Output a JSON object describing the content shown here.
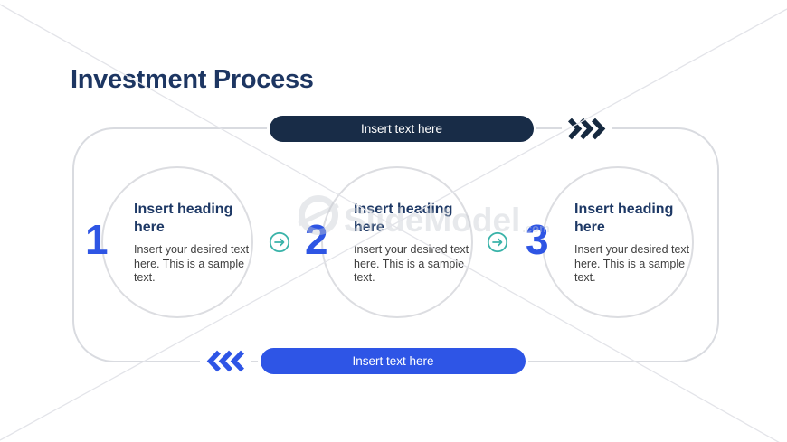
{
  "slide": {
    "title": "Investment Process",
    "top_banner": {
      "label": "Insert text here"
    },
    "bottom_banner": {
      "label": "Insert text here"
    },
    "steps": [
      {
        "number": "1",
        "heading": "Insert heading here",
        "body": "Insert your desired text here. This is a sample text."
      },
      {
        "number": "2",
        "heading": "Insert heading here",
        "body": "Insert your desired text here. This is a sample text."
      },
      {
        "number": "3",
        "heading": "Insert heading here",
        "body": "Insert your desired text here. This is a sample text."
      }
    ],
    "watermark": {
      "brand": "SlideModel",
      "suffix": ".com"
    },
    "colors": {
      "title_navy": "#1d3662",
      "pill_navy": "#182c47",
      "accent_blue": "#2e55e6",
      "teal": "#3ab3a9",
      "frame_border": "#d9dbe0",
      "body_text": "#3f3f3f"
    }
  }
}
